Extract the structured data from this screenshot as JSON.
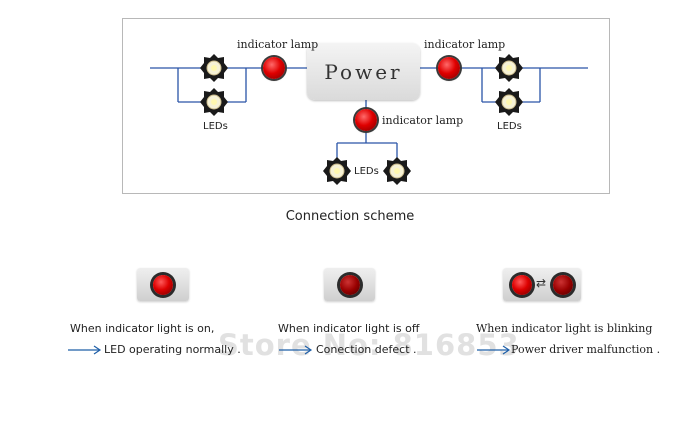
{
  "diagram": {
    "power_label": "Power",
    "lamp_label_left": "indicator lamp",
    "lamp_label_right": "indicator lamp",
    "lamp_label_bottom": "indicator lamp",
    "leds_label_left": "LEDs",
    "leds_label_right": "LEDs",
    "leds_label_bottom": "LEDs",
    "caption": "Connection scheme"
  },
  "states": [
    {
      "condition": "When  indicator  light  is  on,",
      "result": "LED operating normally ."
    },
    {
      "condition": "When indicator light is off",
      "result": "Conection defect ."
    },
    {
      "condition": "When indicator light is blinking",
      "result": "Power driver malfunction ."
    }
  ],
  "watermark": "Store No: 816853",
  "colors": {
    "lamp": "#e00000",
    "arrow": "#1f5fa8",
    "frame": "#b8b8b8"
  },
  "icons": [
    "led-icon",
    "indicator-lamp-icon",
    "swap-icon",
    "right-arrow-icon"
  ]
}
